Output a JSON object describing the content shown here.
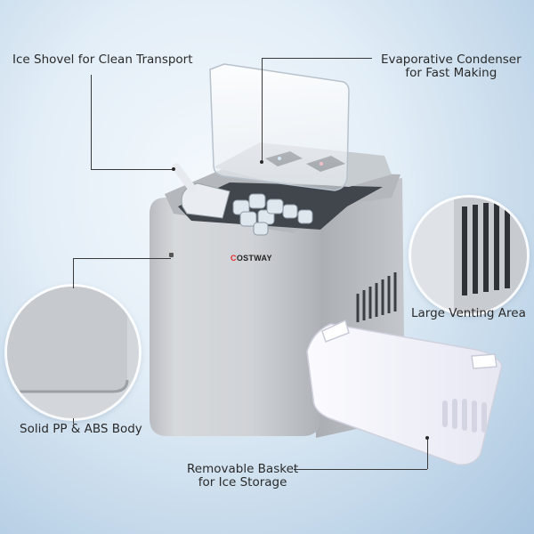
{
  "callouts": {
    "shovel": "Ice Shovel for Clean Transport",
    "condenser_line1": "Evaporative Condenser",
    "condenser_line2": "for Fast Making",
    "venting": "Large Venting Area",
    "body": "Solid PP & ABS Body",
    "basket_line1": "Removable Basket",
    "basket_line2": "for Ice Storage"
  },
  "brand": {
    "initial": "C",
    "rest": "OSTWAY"
  },
  "colors": {
    "body_silver": "#c9ccd0",
    "lid_panel": "#d9dde2",
    "basket_white": "#f4f5fb",
    "brand_red": "#e8292e",
    "text": "#2a2a2a"
  }
}
